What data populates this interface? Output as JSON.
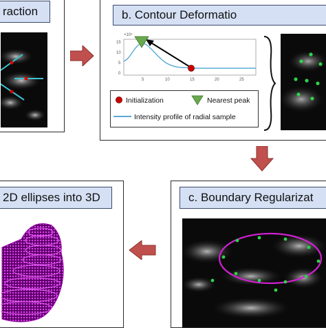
{
  "panels": {
    "a": {
      "title": "raction"
    },
    "b": {
      "title": "b. Contour Deformatio",
      "plot": {
        "exponent_label": "×10⁴",
        "y_ticks": [
          "15",
          "10",
          "5",
          "0"
        ],
        "x_ticks": [
          "5",
          "10",
          "15",
          "20",
          "25"
        ]
      },
      "legend": {
        "initialization": "Initialization",
        "nearest_peak": "Nearest peak",
        "profile": "Intensity profile of radial sample"
      }
    },
    "c": {
      "title": "c. Boundary Regularizat"
    },
    "d": {
      "title": "2D ellipses into 3D"
    }
  },
  "colors": {
    "title_fill": "#d5e0f4",
    "flow_arrow": "#c0504d",
    "profile_line": "#5aa9d6",
    "init_marker": "#d00000",
    "peak_marker": "#6aa84f",
    "ellipse": "#d020d0",
    "mesh": "#b000c0"
  },
  "icons": {
    "flow_arrow": "block-arrow-icon",
    "bracket": "curly-brace-icon"
  }
}
